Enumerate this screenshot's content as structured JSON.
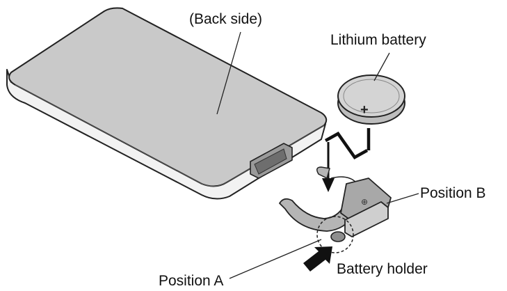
{
  "labels": {
    "back_side": "(Back side)",
    "lithium_battery": "Lithium battery",
    "position_b": "Position B",
    "position_a": "Position A",
    "battery_holder": "Battery holder"
  },
  "symbols": {
    "battery_plus": "+",
    "holder_plus": "⊕"
  },
  "colors": {
    "device_top": "#c9c9c9",
    "device_side": "#f2f2f2",
    "outline": "#222222",
    "holder": "#b5b5b5",
    "battery": "#d4d4d4"
  }
}
